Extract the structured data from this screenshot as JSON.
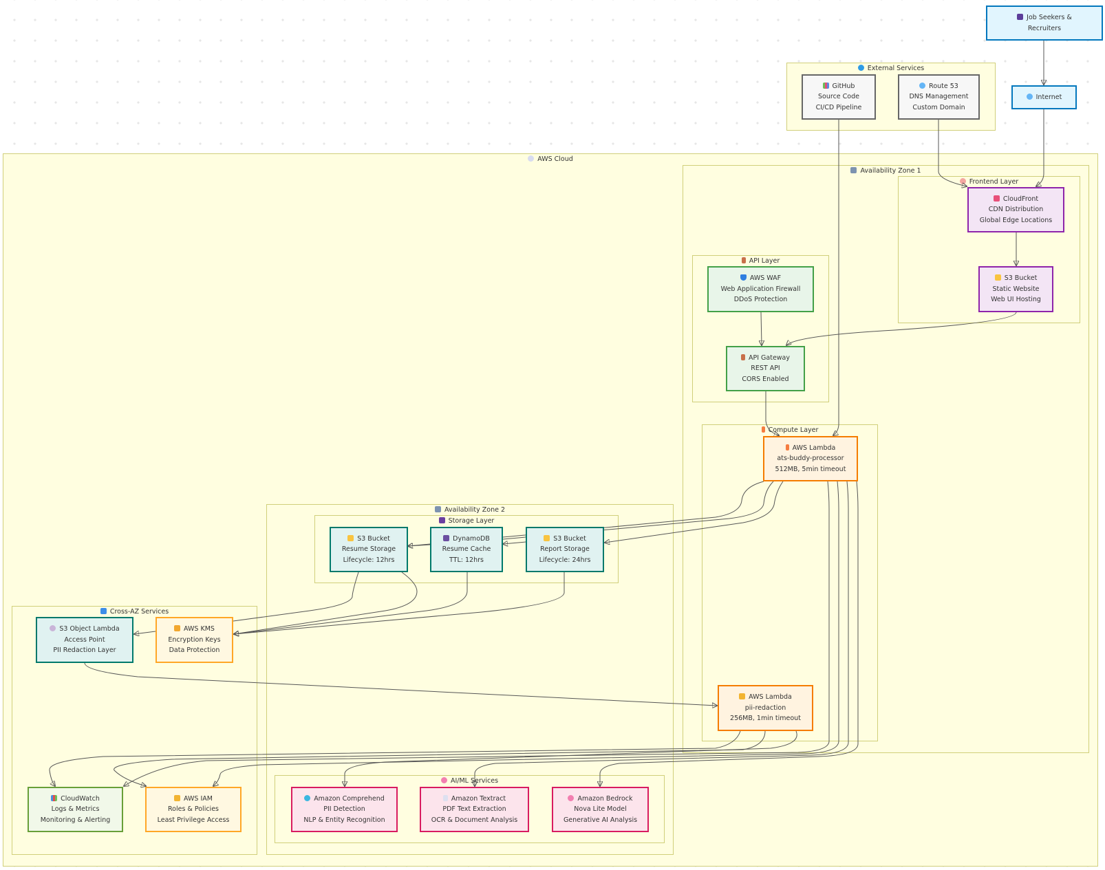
{
  "groups": {
    "external": "External Services",
    "aws_cloud": "AWS Cloud",
    "az1": "Availability Zone 1",
    "frontend": "Frontend Layer",
    "api": "API Layer",
    "compute": "Compute Layer",
    "az2": "Availability Zone 2",
    "storage": "Storage Layer",
    "aiml": "AI/ML Services",
    "cross_az": "Cross-AZ Services"
  },
  "nodes": {
    "users": {
      "icon": "people-icon",
      "lines": [
        "Job Seekers &",
        "Recruiters"
      ]
    },
    "internet": {
      "icon": "globe-icon",
      "lines": [
        "Internet"
      ]
    },
    "github": {
      "icon": "books-icon",
      "lines": [
        "GitHub",
        "Source Code",
        "CI/CD Pipeline"
      ]
    },
    "route53": {
      "icon": "globe-icon",
      "lines": [
        "Route 53",
        "DNS Management",
        "Custom Domain"
      ]
    },
    "cloudfront": {
      "icon": "satellite-icon",
      "lines": [
        "CloudFront",
        "CDN Distribution",
        "Global Edge Locations"
      ]
    },
    "s3_static": {
      "icon": "folder-icon",
      "lines": [
        "S3 Bucket",
        "Static Website",
        "Web UI Hosting"
      ]
    },
    "waf": {
      "icon": "shield-icon",
      "lines": [
        "AWS WAF",
        "Web Application Firewall",
        "DDoS Protection"
      ]
    },
    "apigw": {
      "icon": "door-icon",
      "lines": [
        "API Gateway",
        "REST API",
        "CORS Enabled"
      ]
    },
    "lambda_proc": {
      "icon": "lightning-icon",
      "lines": [
        "AWS Lambda",
        "ats-buddy-processor",
        "512MB, 5min timeout"
      ]
    },
    "lambda_pii": {
      "icon": "lock-icon",
      "lines": [
        "AWS Lambda",
        "pii-redaction",
        "256MB, 1min timeout"
      ]
    },
    "s3_resume": {
      "icon": "folder-icon",
      "lines": [
        "S3 Bucket",
        "Resume Storage",
        "Lifecycle: 12hrs"
      ]
    },
    "dynamodb": {
      "icon": "card-box-icon",
      "lines": [
        "DynamoDB",
        "Resume Cache",
        "TTL: 12hrs"
      ]
    },
    "s3_report": {
      "icon": "folder-icon",
      "lines": [
        "S3 Bucket",
        "Report Storage",
        "Lifecycle: 24hrs"
      ]
    },
    "comprehend": {
      "icon": "magnifier-icon",
      "lines": [
        "Amazon Comprehend",
        "PII Detection",
        "NLP & Entity Recognition"
      ]
    },
    "textract": {
      "icon": "document-icon",
      "lines": [
        "Amazon Textract",
        "PDF Text Extraction",
        "OCR & Document Analysis"
      ]
    },
    "bedrock": {
      "icon": "brain-icon",
      "lines": [
        "Amazon Bedrock",
        "Nova Lite Model",
        "Generative AI Analysis"
      ]
    },
    "s3_object_lambda": {
      "icon": "link-icon",
      "lines": [
        "S3 Object Lambda",
        "Access Point",
        "PII Redaction Layer"
      ]
    },
    "kms": {
      "icon": "key-icon",
      "lines": [
        "AWS KMS",
        "Encryption Keys",
        "Data Protection"
      ]
    },
    "cloudwatch": {
      "icon": "chart-icon",
      "lines": [
        "CloudWatch",
        "Logs & Metrics",
        "Monitoring & Alerting"
      ]
    },
    "iam": {
      "icon": "lock-icon",
      "lines": [
        "AWS IAM",
        "Roles & Policies",
        "Least Privilege Access"
      ]
    }
  }
}
